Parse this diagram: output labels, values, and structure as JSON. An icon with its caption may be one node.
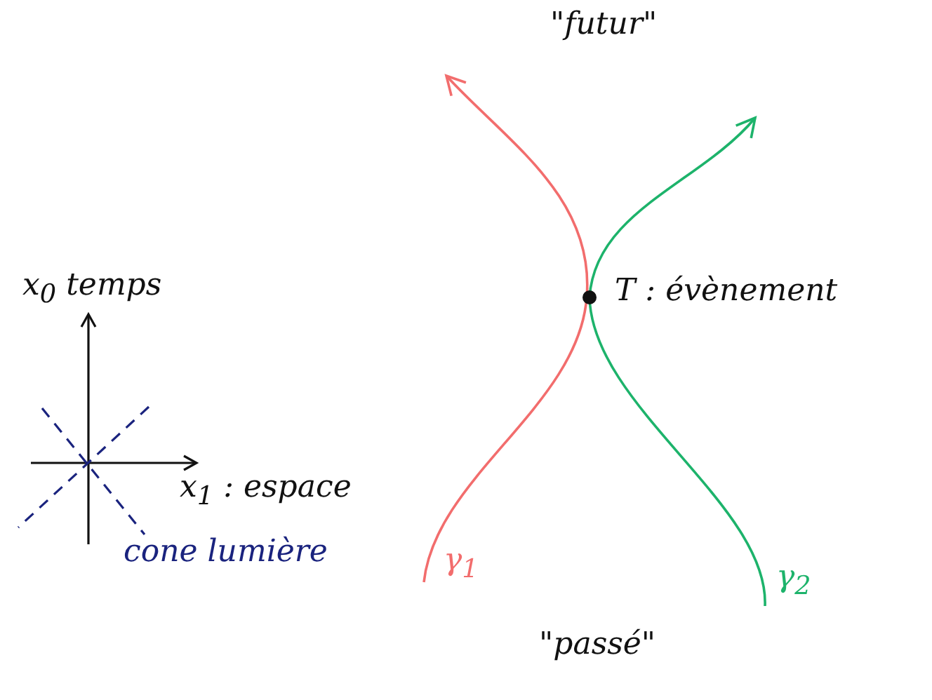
{
  "diagram": {
    "labels": [
      "\"futur\"",
      "T : évènement",
      "x$_{0}$ temps",
      "x$_{1}$ : espace",
      "cone lumière",
      "γ$_{1}$",
      "γ$_{2}$",
      "\"passé\""
    ]
  }
}
